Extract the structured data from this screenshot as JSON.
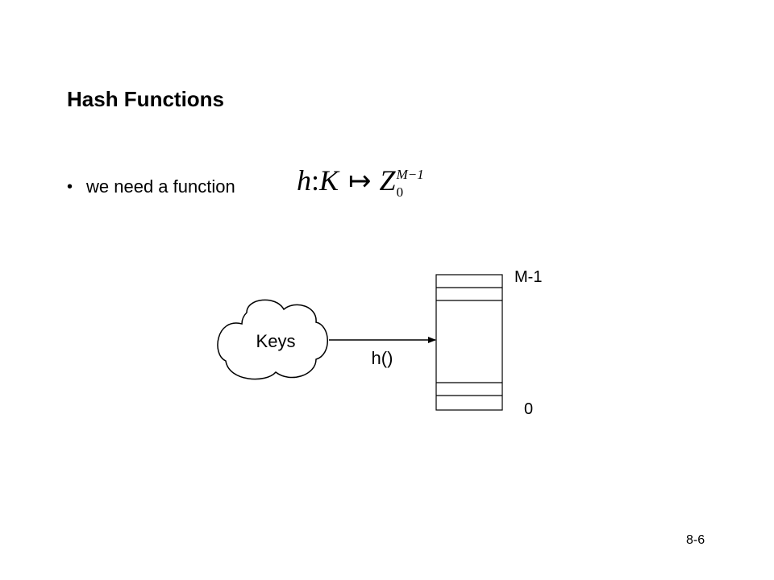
{
  "slide": {
    "title": "Hash Functions",
    "bullet": "we need a function",
    "page_number": "8-6"
  },
  "formula": {
    "func": "h",
    "colon": ":",
    "domain": "K",
    "mapsto": "↦",
    "codomain": "Z",
    "superscript": "M−1",
    "subscript": "0"
  },
  "diagram": {
    "cloud_label": "Keys",
    "arrow_label": "h()",
    "top_index": "M-1",
    "bottom_index": "0"
  }
}
